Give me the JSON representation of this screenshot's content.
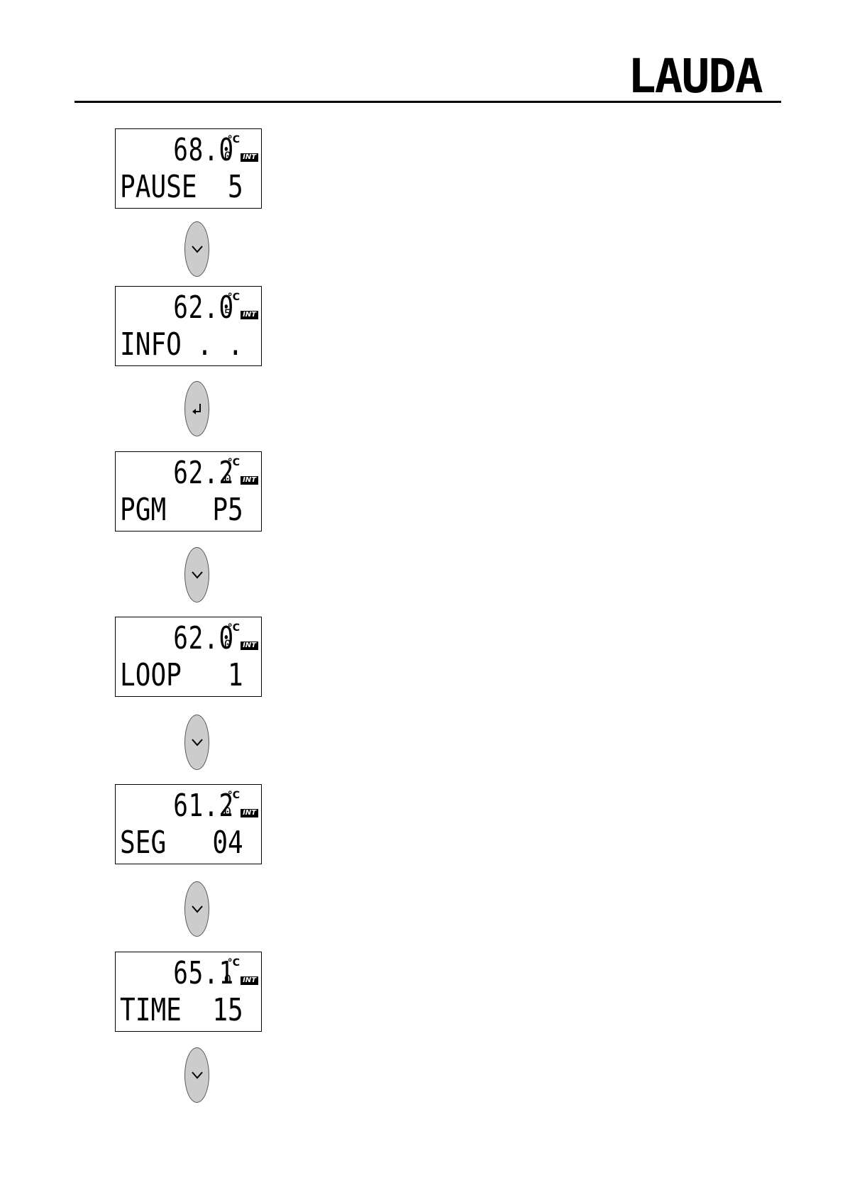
{
  "header": {
    "logo_text": "LAUDA"
  },
  "screens": [
    {
      "temp": "68.0",
      "small_digit": "0",
      "unit": "°C",
      "badge": "INT",
      "line": "PAUSE  5"
    },
    {
      "temp": "62.0",
      "small_digit": "5",
      "unit": "°C",
      "badge": "INT",
      "line": "INFO . ."
    },
    {
      "temp": "62.2",
      "small_digit": "0",
      "unit": "°C",
      "badge": "INT",
      "line": "PGM   P5"
    },
    {
      "temp": "62.0",
      "small_digit": "0",
      "unit": "°C",
      "badge": "INT",
      "line": "LOOP   1"
    },
    {
      "temp": "61.2",
      "small_digit": "0",
      "unit": "°C",
      "badge": "INT",
      "line": "SEG   04"
    },
    {
      "temp": "65.1",
      "small_digit": "0",
      "unit": "°C",
      "badge": "INT",
      "line": "TIME  15"
    }
  ],
  "keys": [
    {
      "icon": "chevron-down-icon"
    },
    {
      "icon": "enter-icon"
    },
    {
      "icon": "chevron-down-icon"
    },
    {
      "icon": "chevron-down-icon"
    },
    {
      "icon": "chevron-down-icon"
    },
    {
      "icon": "chevron-down-icon"
    }
  ],
  "colors": {
    "key_fill": "#cccccc",
    "ink": "#000000"
  }
}
